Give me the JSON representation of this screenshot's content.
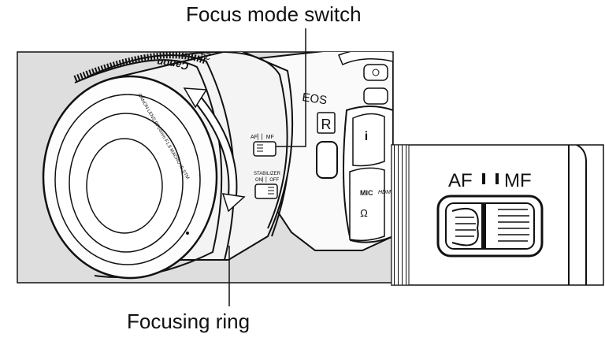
{
  "callouts": {
    "focus_mode_switch": "Focus mode switch",
    "focusing_ring": "Focusing ring"
  },
  "lens": {
    "brand": "Canon",
    "focal": "24",
    "switch_af_mf": "AF▏▏MF",
    "stabilizer_title": "STABILIZER",
    "stabilizer_on_off": "ON▏▏OFF",
    "front_text": "CANON LENS RF24mm F1.8 MACRO IS STM"
  },
  "camera": {
    "model": "EOS",
    "r_badge": "R",
    "mic_label": "MIC",
    "hdmi_label": "HDMI"
  },
  "inset": {
    "af": "AF",
    "mf": "MF"
  },
  "colors": {
    "panel_bg": "#dedede",
    "inset_bg": "#ffffff",
    "outline": "#111111"
  }
}
